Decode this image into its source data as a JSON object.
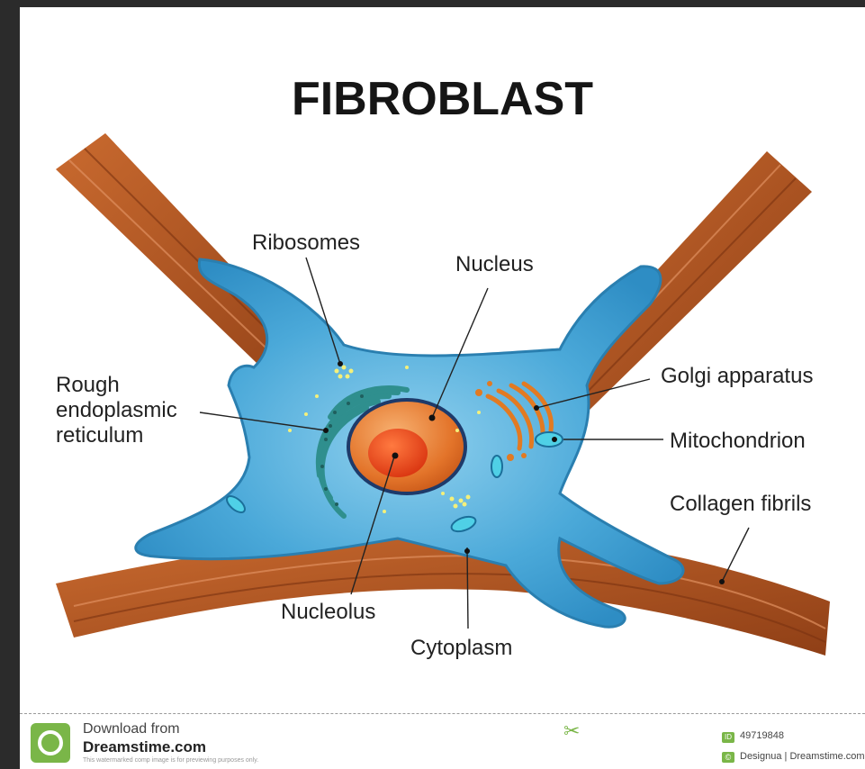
{
  "title": "FIBROBLAST",
  "labels": {
    "ribosomes": "Ribosomes",
    "nucleus": "Nucleus",
    "rough_er_1": "Rough",
    "rough_er_2": "endoplasmic",
    "rough_er_3": "reticulum",
    "golgi": "Golgi apparatus",
    "mitochondrion": "Mitochondrion",
    "collagen": "Collagen fibrils",
    "nucleolus": "Nucleolus",
    "cytoplasm": "Cytoplasm"
  },
  "footer": {
    "download_from": "Download from",
    "brand": "Dreamstime.com",
    "notice": "This watermarked comp image is for previewing purposes only.",
    "id_badge": "ID",
    "id_number": "49719848",
    "credit": "Designua | Dreamstime.com"
  },
  "colors": {
    "cell": "#3d9ed1",
    "cell_dark": "#2a7fb0",
    "collagen": "#b85a26",
    "nucleus": "#e3742a",
    "nucleolus": "#e8401a",
    "er": "#2f8f8e",
    "golgi": "#e27a22",
    "brand_green": "#7ab648"
  }
}
